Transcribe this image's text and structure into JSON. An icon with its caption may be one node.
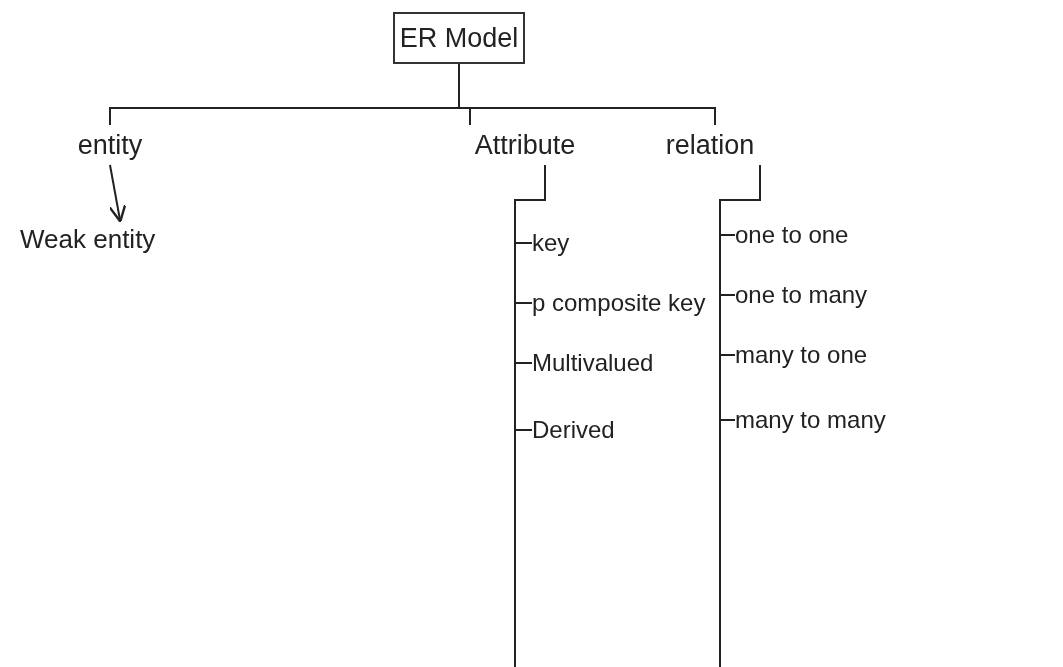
{
  "diagram": {
    "nodes": [
      {
        "text": [
          "ER Model"
        ]
      },
      {
        "text": [
          "entity"
        ]
      },
      {
        "text": [
          "Attribute"
        ]
      },
      {
        "text": [
          "relation"
        ]
      },
      {
        "text": [
          "Weak entity"
        ]
      },
      {
        "text": [
          "key"
        ]
      },
      {
        "text": [
          "p composite key"
        ]
      },
      {
        "text": [
          "Multivalued"
        ]
      },
      {
        "text": [
          "Derived"
        ]
      },
      {
        "text": [
          "one to one"
        ]
      },
      {
        "text": [
          "one to many"
        ]
      },
      {
        "text": [
          "many to one"
        ]
      },
      {
        "text": [
          "many to many"
        ]
      }
    ],
    "edges": [
      {
        "from": 0,
        "to": 1,
        "arrow": "none"
      },
      {
        "from": 0,
        "to": 2,
        "arrow": "none"
      },
      {
        "from": 0,
        "to": 3,
        "arrow": "none"
      },
      {
        "from": 1,
        "to": 4,
        "arrow": "to"
      },
      {
        "from": 2,
        "to": 5,
        "arrow": "none"
      },
      {
        "from": 2,
        "to": 6,
        "arrow": "none"
      },
      {
        "from": 2,
        "to": 7,
        "arrow": "none"
      },
      {
        "from": 2,
        "to": 8,
        "arrow": "none"
      },
      {
        "from": 3,
        "to": 9,
        "arrow": "none"
      },
      {
        "from": 3,
        "to": 10,
        "arrow": "none"
      },
      {
        "from": 3,
        "to": 11,
        "arrow": "none"
      },
      {
        "from": 3,
        "to": 12,
        "arrow": "none"
      }
    ]
  }
}
